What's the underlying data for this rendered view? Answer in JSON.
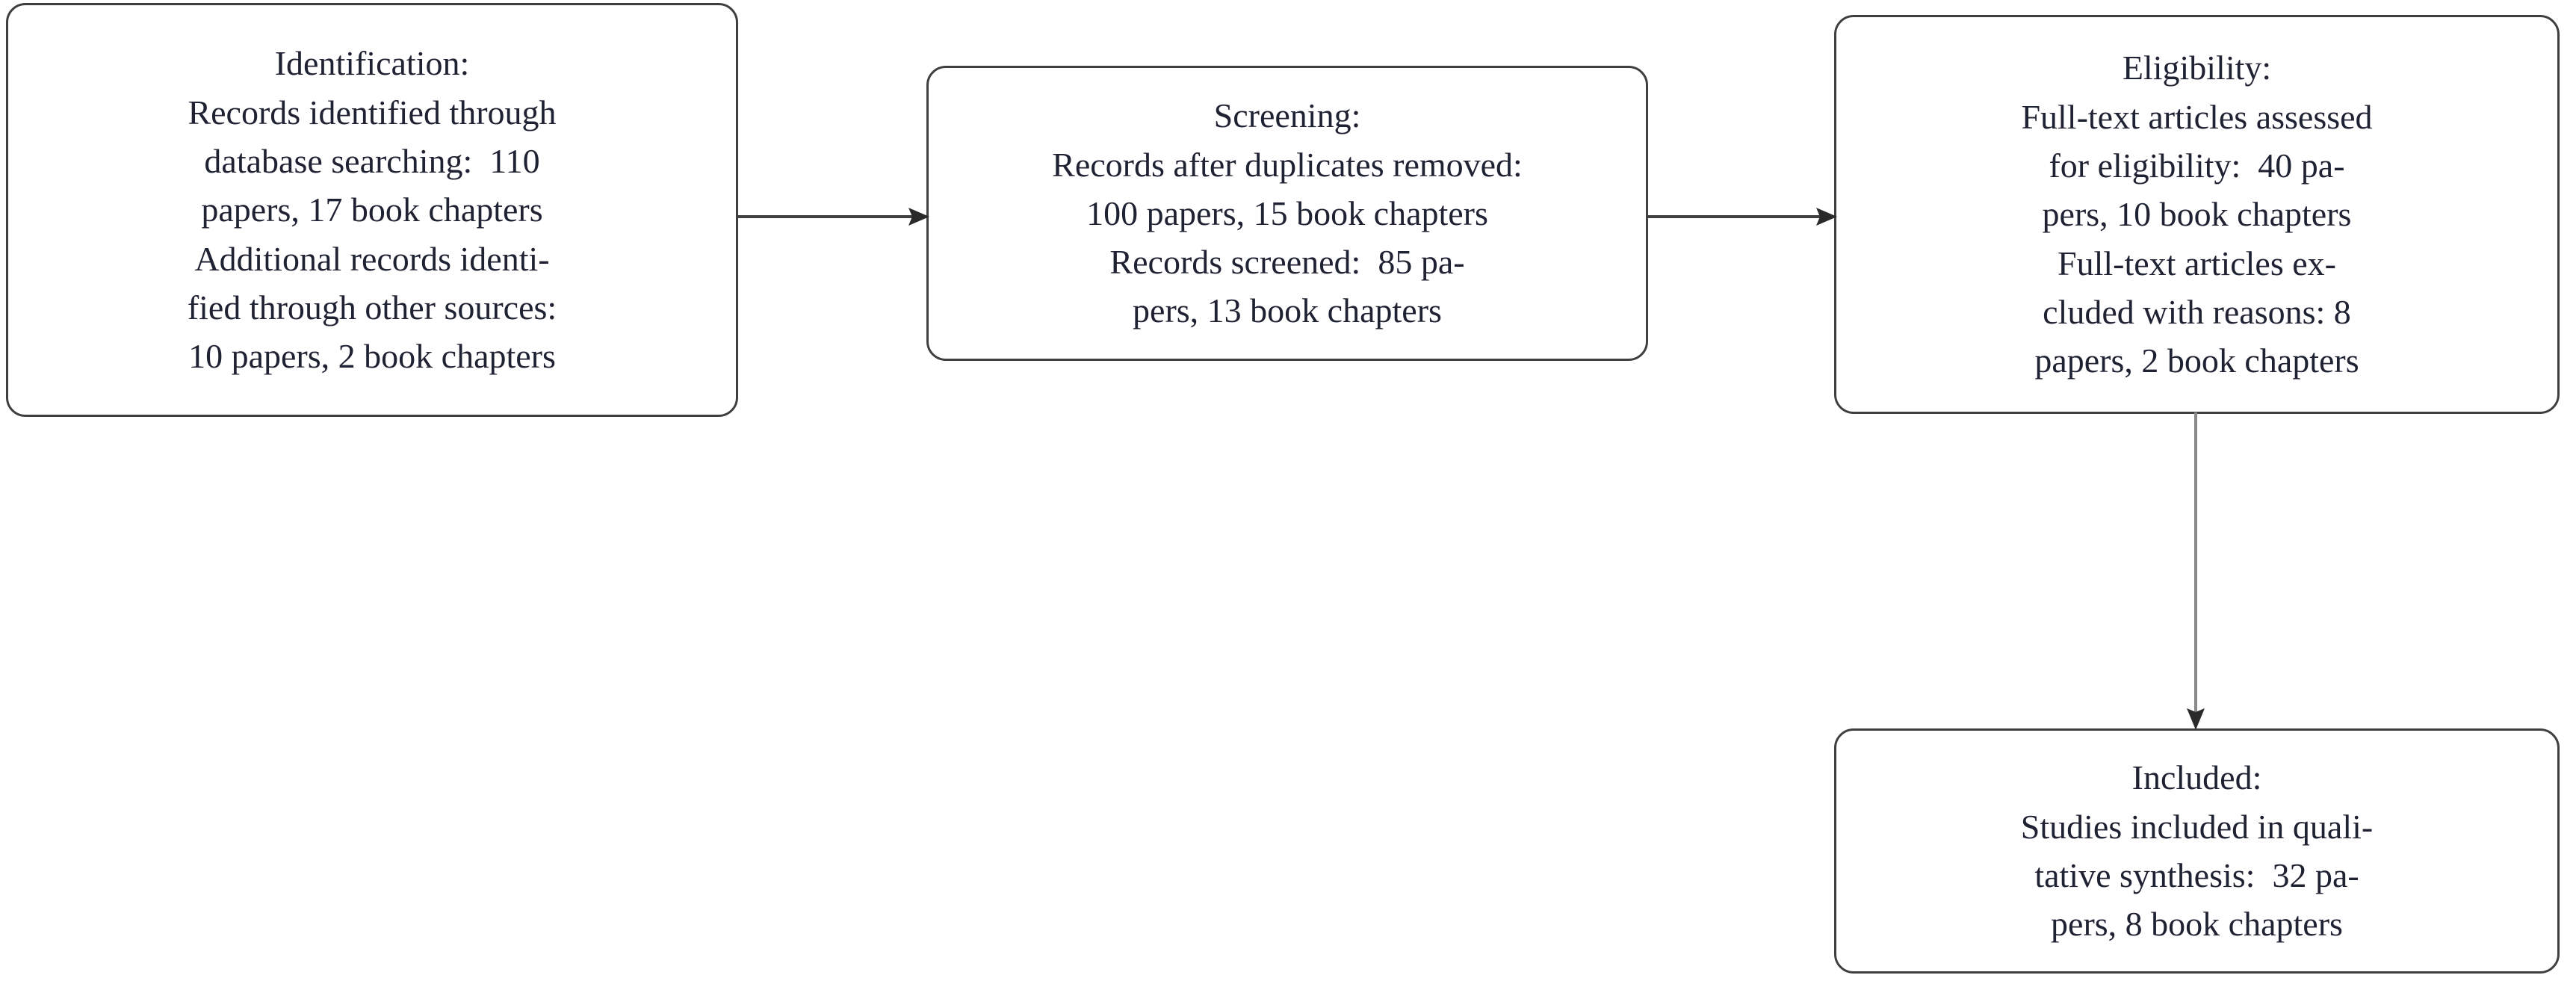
{
  "diagram": {
    "type": "prisma-flow-diagram",
    "colors": {
      "box_border": "#3f3f3f",
      "box_fill": "#ffffff",
      "text": "#1f2233",
      "arrow": "#3f3f3f",
      "background": "#ffffff"
    },
    "boxes": [
      {
        "id": "identification",
        "title": "Identification:",
        "lines": [
          "Identification:",
          "Records identified through",
          "database searching:  110",
          "papers, 17 book chapters",
          "Additional records identi-",
          "fied through other sources:",
          "10 papers, 2 book chapters"
        ],
        "records_identified_through_database_searching": {
          "papers": 110,
          "book_chapters": 17
        },
        "additional_records_identified_through_other_sources": {
          "papers": 10,
          "book_chapters": 2
        }
      },
      {
        "id": "screening",
        "title": "Screening:",
        "lines": [
          "Screening:",
          "Records after duplicates removed:",
          "100 papers, 15 book chapters",
          "Records screened:  85 pa-",
          "pers, 13 book chapters"
        ],
        "records_after_duplicates_removed": {
          "papers": 100,
          "book_chapters": 15
        },
        "records_screened": {
          "papers": 85,
          "book_chapters": 13
        }
      },
      {
        "id": "eligibility",
        "title": "Eligibility:",
        "lines": [
          "Eligibility:",
          "Full-text articles assessed",
          "for eligibility:  40 pa-",
          "pers, 10 book chapters",
          "Full-text articles ex-",
          "cluded with reasons: 8",
          "papers, 2 book chapters"
        ],
        "full_text_articles_assessed_for_eligibility": {
          "papers": 40,
          "book_chapters": 10
        },
        "full_text_articles_excluded_with_reasons": {
          "papers": 8,
          "book_chapters": 2
        }
      },
      {
        "id": "included",
        "title": "Included:",
        "lines": [
          "Included:",
          "Studies included in quali-",
          "tative synthesis:  32 pa-",
          "pers, 8 book chapters"
        ],
        "studies_included_in_qualitative_synthesis": {
          "papers": 32,
          "book_chapters": 8
        }
      }
    ],
    "arrows": [
      {
        "id": "identification-to-screening",
        "from": "identification",
        "to": "screening",
        "direction": "right"
      },
      {
        "id": "screening-to-eligibility",
        "from": "screening",
        "to": "eligibility",
        "direction": "right"
      },
      {
        "id": "eligibility-to-included",
        "from": "eligibility",
        "to": "included",
        "direction": "down"
      }
    ]
  }
}
